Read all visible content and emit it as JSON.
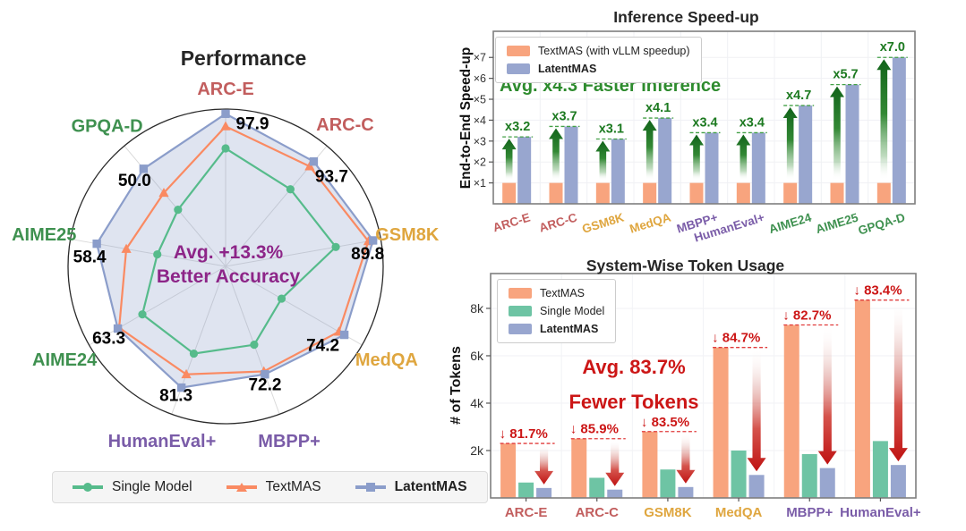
{
  "chart_data": [
    {
      "id": "performance-radar",
      "type": "radar",
      "title": "Performance",
      "annotation": {
        "lines": [
          "Avg. +13.3%",
          "Better Accuracy"
        ],
        "color": "#8d2588"
      },
      "categories": [
        {
          "label": "ARC-E",
          "color": "#c25e5e",
          "value": 97.9,
          "value_label": "97.9",
          "label_r": 1.13,
          "val_dx": 30,
          "val_dy": 17
        },
        {
          "label": "ARC-C",
          "color": "#c25e5e",
          "value": 93.7,
          "value_label": "93.7",
          "label_r": 1.18,
          "val_dx": 20,
          "val_dy": 23
        },
        {
          "label": "GSM8K",
          "color": "#dfa63f",
          "value": 89.8,
          "value_label": "89.8",
          "label_r": 1.17,
          "val_dx": -6,
          "val_dy": 21
        },
        {
          "label": "MedQA",
          "color": "#dfa63f",
          "value": 74.2,
          "value_label": "74.2",
          "label_r": 1.18,
          "val_dx": -24,
          "val_dy": 18
        },
        {
          "label": "MBPP+",
          "color": "#7a5ca8",
          "value": 72.2,
          "value_label": "72.2",
          "label_r": 1.18,
          "val_dx": 0,
          "val_dy": 18
        },
        {
          "label": "HumanEval+",
          "color": "#7a5ca8",
          "value": 81.3,
          "value_label": "81.3",
          "label_r": 1.18,
          "val_dx": -6,
          "val_dy": 15
        },
        {
          "label": "AIME24",
          "color": "#3f9150",
          "value": 63.3,
          "value_label": "63.3",
          "label_r": 1.18,
          "val_dx": -10,
          "val_dy": 17
        },
        {
          "label": "AIME25",
          "color": "#3f9150",
          "value": 58.4,
          "value_label": "58.4",
          "label_r": 1.17,
          "val_dx": -8,
          "val_dy": 21
        },
        {
          "label": "GPQA-D",
          "color": "#3f9150",
          "value": 50.0,
          "value_label": "50.0",
          "label_r": 1.17,
          "val_dx": -10,
          "val_dy": 19
        }
      ],
      "series": [
        {
          "name": "Single Model",
          "color": "#56bb8b",
          "marker": "circle",
          "bold": false,
          "radii": [
            0.75,
            0.64,
            0.71,
            0.41,
            0.53,
            0.59,
            0.61,
            0.44,
            0.47
          ]
        },
        {
          "name": "TextMAS",
          "color": "#fa8a62",
          "marker": "triangle",
          "bold": false,
          "radii": [
            0.89,
            0.83,
            0.92,
            0.83,
            0.71,
            0.73,
            0.78,
            0.64,
            0.61
          ]
        },
        {
          "name": "LatentMAS",
          "color": "#8b9dca",
          "marker": "square",
          "bold": true,
          "radii": [
            0.97,
            0.87,
            0.95,
            0.87,
            0.73,
            0.82,
            0.79,
            0.83,
            0.81
          ],
          "fill": "rgba(141,159,202,0.28)"
        }
      ],
      "legend_position": "bottom"
    },
    {
      "id": "inference-speedup",
      "type": "bar",
      "title": "Inference Speed-up",
      "ylabel": "End-to-End Speed-up",
      "annotation": "Avg. x4.3 Faster Inference",
      "annotation_color": "#2e8b2e",
      "ylim": [
        0,
        8.25
      ],
      "yticks": [
        {
          "label": "×1",
          "v": 1
        },
        {
          "label": "×2",
          "v": 2
        },
        {
          "label": "×3",
          "v": 3
        },
        {
          "label": "×4",
          "v": 4
        },
        {
          "label": "×5",
          "v": 5
        },
        {
          "label": "×6",
          "v": 6
        },
        {
          "label": "×7",
          "v": 7
        }
      ],
      "legend": [
        {
          "label": "TextMAS (with vLLM speedup)",
          "color": "#f8a47e",
          "bold": false
        },
        {
          "label": "LatentMAS",
          "color": "#98a6cf",
          "bold": true
        }
      ],
      "categories": [
        {
          "label": "ARC-E",
          "color": "#c25e5e"
        },
        {
          "label": "ARC-C",
          "color": "#c25e5e"
        },
        {
          "label": "GSM8K",
          "color": "#dfa63f"
        },
        {
          "label": "MedQA",
          "color": "#dfa63f"
        },
        {
          "label": "MBPP+",
          "color": "#7a5ca8"
        },
        {
          "label": "HumanEval+",
          "color": "#7a5ca8"
        },
        {
          "label": "AIME24",
          "color": "#3f9150"
        },
        {
          "label": "AIME25",
          "color": "#3f9150"
        },
        {
          "label": "GPQA-D",
          "color": "#3f9150"
        }
      ],
      "series": [
        {
          "name": "TextMAS (with vLLM speedup)",
          "color": "#f8a47e",
          "values": [
            1,
            1,
            1,
            1,
            1,
            1,
            1,
            1,
            1
          ]
        },
        {
          "name": "LatentMAS",
          "color": "#98a6cf",
          "values": [
            3.2,
            3.7,
            3.1,
            4.1,
            3.4,
            3.4,
            4.7,
            5.7,
            7.0
          ]
        }
      ],
      "bar_labels": [
        "x3.2",
        "x3.7",
        "x3.1",
        "x4.1",
        "x3.4",
        "x3.4",
        "x4.7",
        "x5.7",
        "x7.0"
      ],
      "bar_label_color": "#1d7a21",
      "arrow_dark_color": "#11631a",
      "grid": true
    },
    {
      "id": "token-usage",
      "type": "bar",
      "title": "System-Wise Token Usage",
      "ylabel": "# of Tokens",
      "annotation_lines": [
        "Avg. 83.7%",
        "Fewer Tokens"
      ],
      "annotation_color": "#cc1616",
      "ylim": [
        0,
        9470
      ],
      "yticks": [
        {
          "label": "2k",
          "v": 2000
        },
        {
          "label": "4k",
          "v": 4000
        },
        {
          "label": "6k",
          "v": 6000
        },
        {
          "label": "8k",
          "v": 8000
        }
      ],
      "legend": [
        {
          "label": "TextMAS",
          "color": "#f8a47e",
          "bold": false
        },
        {
          "label": "Single Model",
          "color": "#6ec4a4",
          "bold": false
        },
        {
          "label": "LatentMAS",
          "color": "#98a6cf",
          "bold": true
        }
      ],
      "categories": [
        {
          "label": "ARC-E",
          "color": "#c25e5e"
        },
        {
          "label": "ARC-C",
          "color": "#c25e5e"
        },
        {
          "label": "GSM8K",
          "color": "#dfa63f"
        },
        {
          "label": "MedQA",
          "color": "#dfa63f"
        },
        {
          "label": "MBPP+",
          "color": "#7a5ca8"
        },
        {
          "label": "HumanEval+",
          "color": "#7a5ca8"
        }
      ],
      "series": [
        {
          "name": "TextMAS",
          "color": "#f8a47e",
          "values": [
            2300,
            2500,
            2800,
            6350,
            7300,
            8350
          ]
        },
        {
          "name": "Single Model",
          "color": "#6ec4a4",
          "values": [
            650,
            850,
            1200,
            2000,
            1850,
            2400
          ]
        },
        {
          "name": "LatentMAS",
          "color": "#98a6cf",
          "values": [
            420,
            350,
            460,
            970,
            1260,
            1390
          ]
        }
      ],
      "reduction_labels": [
        "↓ 81.7%",
        "↓ 85.9%",
        "↓ 83.5%",
        "↓ 84.7%",
        "↓ 82.7%",
        "↓ 83.4%"
      ],
      "reduction_color": "#cc1616",
      "arrow_dark_color": "#bf1212",
      "grid": true
    }
  ]
}
